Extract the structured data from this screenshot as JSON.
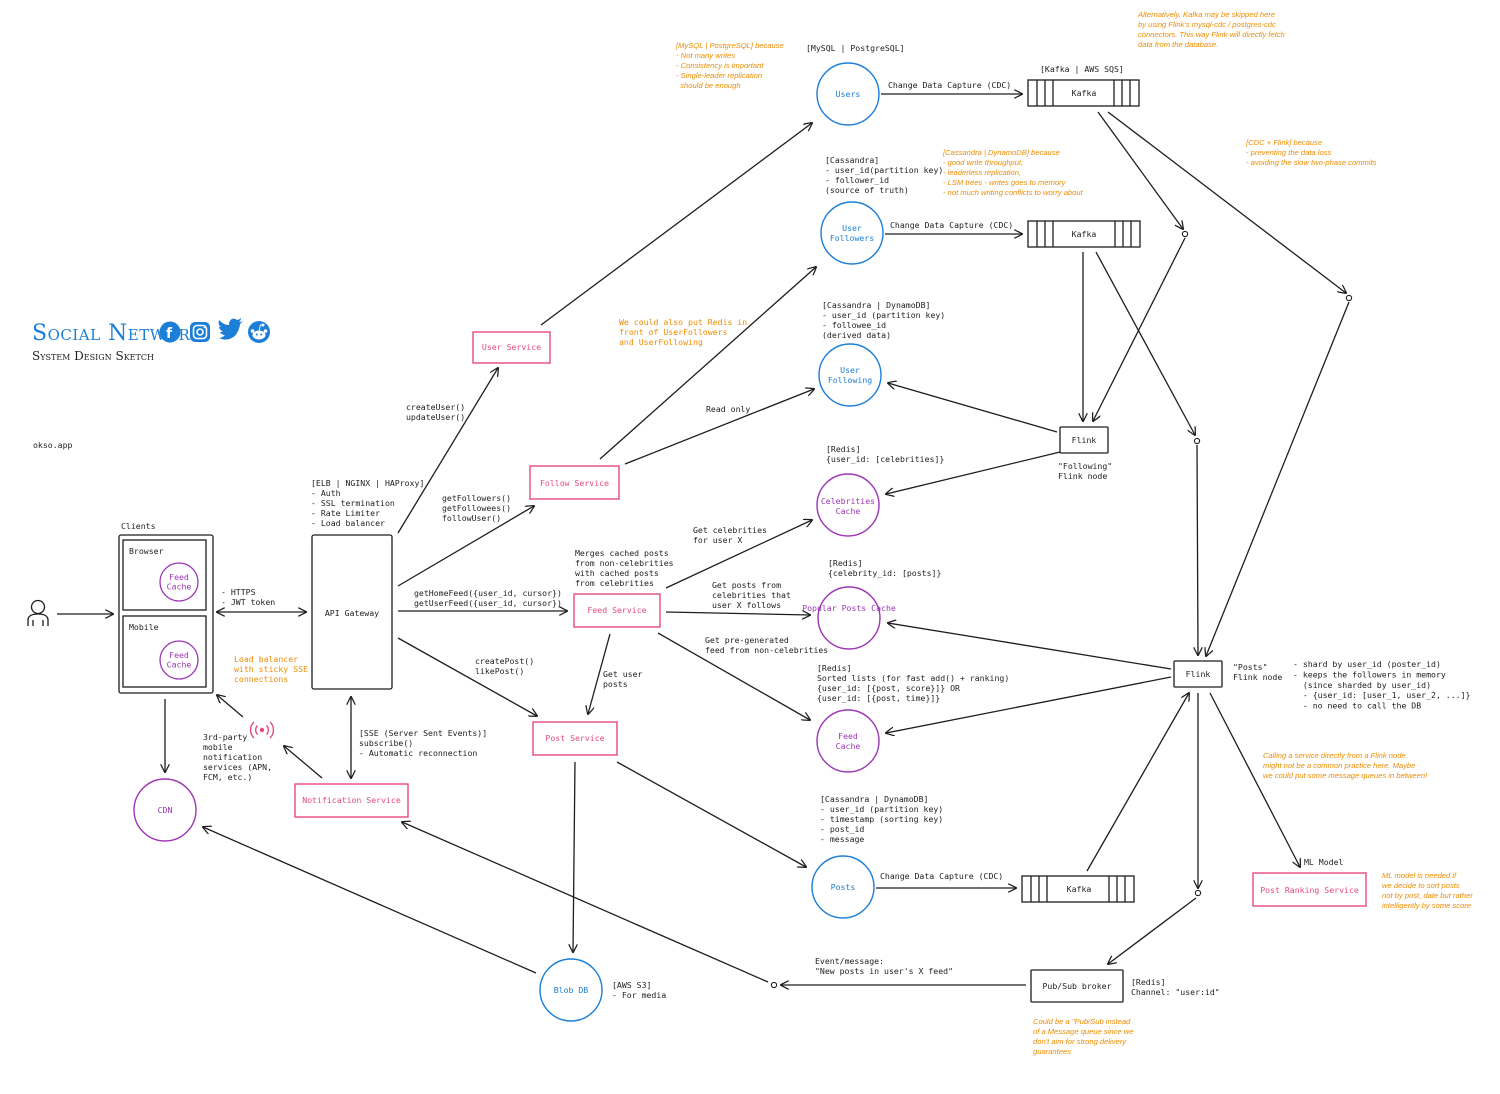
{
  "header": {
    "title": "Social Network",
    "subtitle": "System Design Sketch",
    "site": "okso.app",
    "social_icons": [
      "facebook-icon",
      "instagram-icon",
      "twitter-icon",
      "reddit-icon"
    ]
  },
  "colors": {
    "ink": "#1e1e1e",
    "database": "#1c7ed6",
    "service": "#e64980",
    "cache": "#9c36b5",
    "note": "#f08c00"
  },
  "clients": {
    "group_label": "Clients",
    "browser_label": "Browser",
    "mobile_label": "Mobile",
    "feed_cache_label": "Feed Cache",
    "user_icon": "user-icon"
  },
  "labels": {
    "https_jwt": [
      "- HTTPS",
      "- JWT token"
    ],
    "load_balancer_note": [
      "Load balancer",
      "with sticky SSE",
      "connections"
    ],
    "gateway_config": [
      "[ELB | NGINX | HAProxy]",
      "- Auth",
      "- SSL termination",
      "- Rate Limiter",
      "- Load balancer"
    ],
    "api_gateway": "API Gateway",
    "create_update_user": [
      "createUser()",
      "updateUser()"
    ],
    "follow_calls": [
      "getFollowers()",
      "getFollowees()",
      "followUser()"
    ],
    "feed_calls": [
      "getHomeFeed({user_id, cursor})",
      "getUserFeed({user_id, cursor})"
    ],
    "post_calls": [
      "createPost()",
      "likePost()"
    ],
    "sse": [
      "[SSE (Server Sent Events)]",
      "subscribe()",
      "- Automatic reconnection"
    ],
    "third_party": [
      "3rd-party",
      "mobile",
      "notification",
      "services (APN,",
      "FCM, etc.)"
    ],
    "broadcast_icon": "broadcast-icon",
    "cdn": "CDN",
    "user_service": "User Service",
    "follow_service": "Follow Service",
    "feed_service": "Feed Service",
    "post_service": "Post Service",
    "notification_service": "Notification Service",
    "blob_db": "Blob DB",
    "blob_db_config": [
      "[AWS S3]",
      "- For media"
    ],
    "redis_followers_note": [
      "We could also put Redis in",
      "front of UserFollowers",
      "and UserFollowing"
    ],
    "read_only": "Read only",
    "get_celebrities": [
      "Get celebrities",
      "for user X"
    ],
    "merge_note": [
      "Merges cached posts",
      "from non-celebrities",
      "with cached posts",
      "from celebrities"
    ],
    "get_posts_celebrities": [
      "Get posts from",
      "celebrities that",
      "user X follows"
    ],
    "get_pregenerated": [
      "Get pre-generated",
      "feed from non-celebrities"
    ],
    "get_user_posts": [
      "Get user",
      "posts"
    ],
    "users_config": "[MySQL | PostgreSQL]",
    "users_note": [
      "[MySQL | PostgreSQL] because",
      "- Not many writes",
      "- Consistency is important",
      "- Single-leader replication",
      "  should be enough"
    ],
    "users": "Users",
    "cdc": "Change Data Capture (CDC)",
    "kafka_config": "[Kafka | AWS SQS]",
    "kafka": "Kafka",
    "kafka_skip_note": [
      "Alternatively, Kafka may be skipped here",
      "by using Flink's mysql-cdc / postgres-cdc",
      "connectors. This way Flink will directly fetch",
      "data from the database."
    ],
    "followers_config": [
      "[Cassandra]",
      "- user_id(partition key)",
      "- follower_id",
      "(source of truth)"
    ],
    "followers_note": [
      "[Cassandra | DynamoDB] because",
      "- good write throughput,",
      "- leaderless replication,",
      "- LSM trees - writes goes to memory",
      "- not much writing conflicts to worry about"
    ],
    "user_followers": "User Followers",
    "cdc_flink_note": [
      "[CDC + Flink] because",
      "- preventing the data loss",
      "- avoiding the slow two-phase commits"
    ],
    "following_config": [
      "[Cassandra | DynamoDB]",
      "- user_id (partition key)",
      "- followee_id",
      "(derived data)"
    ],
    "user_following": "User Following",
    "flink": "Flink",
    "following_flink_node": [
      "\"Following\"",
      "Flink node"
    ],
    "celebrities_config": [
      "[Redis]",
      "{user_id: [celebrities]}"
    ],
    "celebrities_cache": "Celebrities Cache",
    "popular_config": [
      "[Redis]",
      "{celebrity_id: [posts]}"
    ],
    "popular_posts_cache": "Popular Posts Cache",
    "feed_cache_config": [
      "[Redis]",
      "Sorted lists (for fast add() + ranking)",
      "{user_id: [{post, score}]} OR",
      "{user_id: [{post, time}]}"
    ],
    "feed_cache": "Feed Cache",
    "posts_flink_node": [
      "\"Posts\"",
      "Flink node"
    ],
    "posts_flink_notes": [
      "- shard by user_id (poster_id)",
      "- keeps the followers in memory",
      "  (since sharded by user_id)",
      "  - {user_id: [user_1, user_2, ...]}",
      "  - no need to call the DB"
    ],
    "posts_config": [
      "[Cassandra | DynamoDB]",
      "- user_id (partition key)",
      "- timestamp (sorting key)",
      "- post_id",
      "- message"
    ],
    "posts": "Posts",
    "direct_call_note": [
      "Calling a service directly from a Flink node",
      "might not be a common practice here. Maybe",
      "we could put some message queues in between!"
    ],
    "ml_model": "ML Model",
    "post_ranking_service": "Post Ranking Service",
    "ml_note": [
      "ML model is needed if",
      "we decide to sort posts",
      "not by post_date but rather",
      "intelligently by some score"
    ],
    "event_message": [
      "Event/message:",
      "\"New posts in user's X feed\""
    ],
    "pubsub_broker": "Pub/Sub broker",
    "pubsub_config": [
      "[Redis]",
      "Channel: \"user:id\""
    ],
    "pubsub_note": [
      "Could be a \"Pub/Sub instead",
      "of a Message queue since we",
      "don't aim for strong delivery",
      "guarantees"
    ]
  }
}
